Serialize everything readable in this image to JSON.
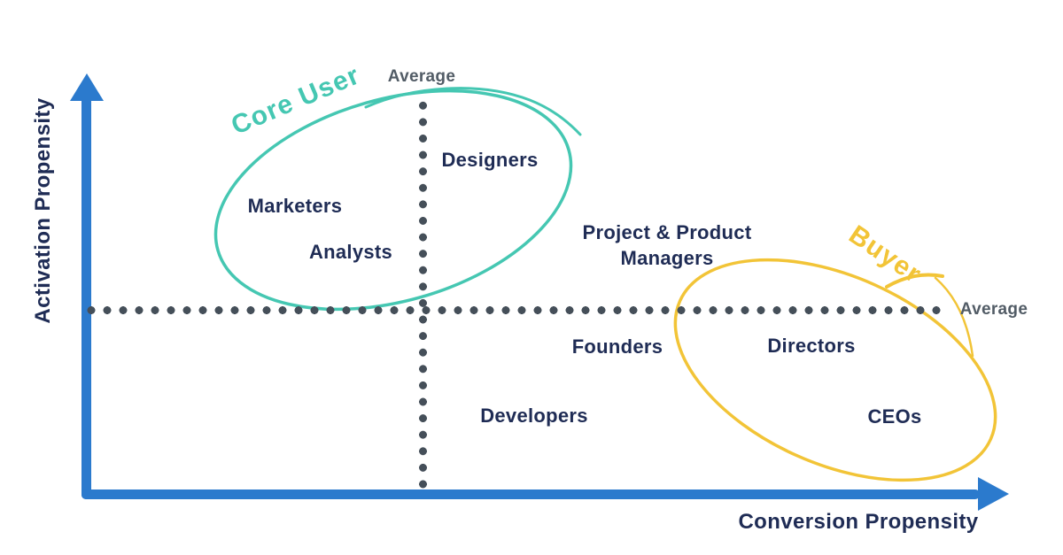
{
  "labels": {
    "y_axis": "Activation Propensity",
    "x_axis": "Conversion Propensity",
    "average_vertical": "Average",
    "average_horizontal": "Average",
    "core_user_group": "Core User",
    "buyer_group": "Buyer"
  },
  "colors": {
    "axis_blue": "#2b7acd",
    "navy_text": "#1f2c55",
    "teal_group": "#45c7b2",
    "yellow_group": "#f2c437",
    "dot_gray": "#454f59",
    "average_gray": "#525c66"
  },
  "chart_data": {
    "type": "scatter",
    "title": "",
    "xlabel": "Conversion Propensity",
    "ylabel": "Activation Propensity",
    "xlim": [
      0,
      1
    ],
    "ylim": [
      0,
      1
    ],
    "grid": false,
    "reference_lines": {
      "x_average": 0.36,
      "y_average": 0.44,
      "x_average_label": "Average",
      "y_average_label": "Average"
    },
    "points": [
      {
        "label": "Designers",
        "x": 0.44,
        "y": 0.8
      },
      {
        "label": "Marketers",
        "x": 0.23,
        "y": 0.69
      },
      {
        "label": "Analysts",
        "x": 0.29,
        "y": 0.58
      },
      {
        "label": "Project & Product Managers",
        "x": 0.63,
        "y": 0.59
      },
      {
        "label": "Founders",
        "x": 0.58,
        "y": 0.35
      },
      {
        "label": "Developers",
        "x": 0.49,
        "y": 0.18
      },
      {
        "label": "Directors",
        "x": 0.79,
        "y": 0.35
      },
      {
        "label": "CEOs",
        "x": 0.88,
        "y": 0.18
      }
    ],
    "groups": [
      {
        "name": "Core User",
        "color": "#45c7b2",
        "members": [
          "Designers",
          "Marketers",
          "Analysts"
        ]
      },
      {
        "name": "Buyer",
        "color": "#f2c437",
        "members": [
          "Directors",
          "CEOs"
        ]
      }
    ],
    "legend_position": "none"
  }
}
